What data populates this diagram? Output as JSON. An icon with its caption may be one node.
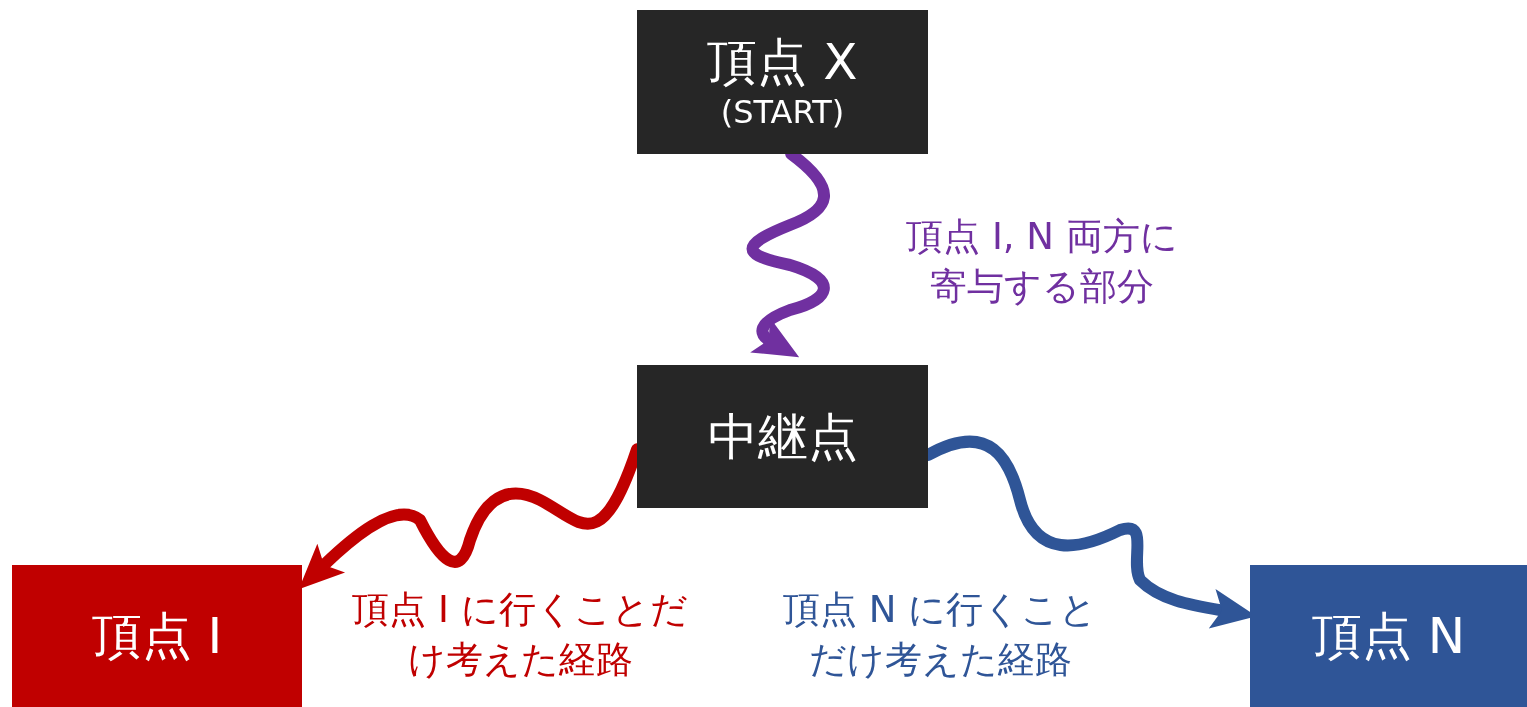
{
  "diagram": {
    "nodes": [
      {
        "text": [
          "頂点 X",
          "(START)"
        ]
      },
      {
        "text": [
          "中継点"
        ]
      },
      {
        "text": [
          "頂点 I"
        ]
      },
      {
        "text": [
          "頂点 N"
        ]
      }
    ],
    "edges": [
      {
        "from": 0,
        "to": 1,
        "arrow": "to",
        "label": "頂点 I, N 両方に寄与する部分",
        "color": "#7030a0"
      },
      {
        "from": 1,
        "to": 2,
        "arrow": "to",
        "label": "頂点 I に行くことだけ考えた経路",
        "color": "#c00000"
      },
      {
        "from": 1,
        "to": 3,
        "arrow": "to",
        "label": "頂点 N に行くことだけ考えた経路",
        "color": "#2f5597"
      }
    ]
  }
}
